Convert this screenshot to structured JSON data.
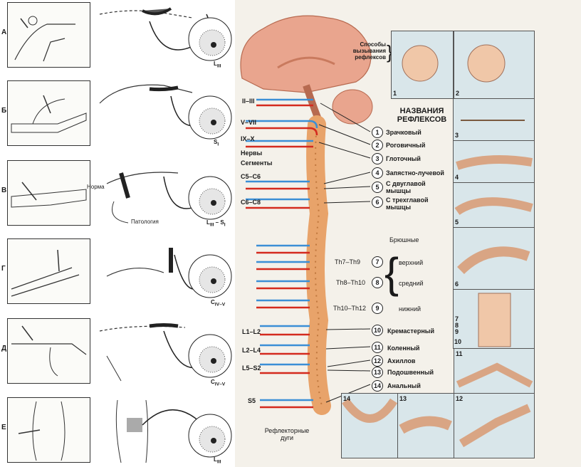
{
  "left_panel": {
    "rows": [
      {
        "letter": "А",
        "segment": "L",
        "segment_sub": "III"
      },
      {
        "letter": "Б",
        "segment": "S",
        "segment_sub": "I"
      },
      {
        "letter": "В",
        "segment": "L",
        "segment_sub": "III",
        "segment2": "S",
        "segment2_sub": "I"
      },
      {
        "letter": "Г",
        "segment": "C",
        "segment_sub": "IV–V"
      },
      {
        "letter": "Д",
        "segment": "C",
        "segment_sub": "IV–V"
      },
      {
        "letter": "Е",
        "segment": "L",
        "segment_sub": "III"
      }
    ],
    "norm_label": "Норма",
    "pathology_label": "Патология"
  },
  "center": {
    "methods_label": "Способы\nвызывания\nрефлексов",
    "reflex_names_title": "НАЗВАНИЯ\nРЕФЛЕКСОВ",
    "left_labels": {
      "cranial_2_3": "II–III",
      "cranial_5_7": "V–VII",
      "cranial_9_10": "IX–X",
      "nerves": "Нервы",
      "segments": "Сегменты",
      "c5_c6": "C5–C6",
      "c6_c8": "C6–C8",
      "l1_l2": "L1–L2",
      "l2_l4": "L2–L4",
      "l5_s2": "L5–S2",
      "s5": "S5",
      "reflex_arcs": "Рефлекторные\nдуги"
    },
    "abdominal_label": "Брюшные",
    "th_labels": [
      "Th7–Th9",
      "Th8–Th10",
      "Th10–Th12"
    ],
    "reflexes": [
      {
        "num": "1",
        "name": "Зрачковый"
      },
      {
        "num": "2",
        "name": "Роговичный"
      },
      {
        "num": "3",
        "name": "Глоточный"
      },
      {
        "num": "4",
        "name": "Запястно-лучевой"
      },
      {
        "num": "5",
        "name": "С двуглавой\nмышцы"
      },
      {
        "num": "6",
        "name": "С трехглавой\nмышцы"
      },
      {
        "num": "7",
        "name": "верхний"
      },
      {
        "num": "8",
        "name": "средний"
      },
      {
        "num": "9",
        "name": "нижний"
      },
      {
        "num": "10",
        "name": "Кремастерный"
      },
      {
        "num": "11",
        "name": "Коленный"
      },
      {
        "num": "12",
        "name": "Ахиллов"
      },
      {
        "num": "13",
        "name": "Подошвенный"
      },
      {
        "num": "14",
        "name": "Анальный"
      }
    ]
  },
  "right_tiles": [
    "1",
    "2",
    "3",
    "4",
    "5",
    "6",
    "7\n8\n9",
    "10",
    "11",
    "14",
    "13",
    "12"
  ],
  "colors": {
    "sensory_blue": "#3b8fd6",
    "motor_red": "#d42a1e",
    "brain_pink": "#e9a58e",
    "cord_orange": "#e8a36a",
    "skin": "#f0c7a8",
    "tile_bg": "#d9e6ea"
  }
}
